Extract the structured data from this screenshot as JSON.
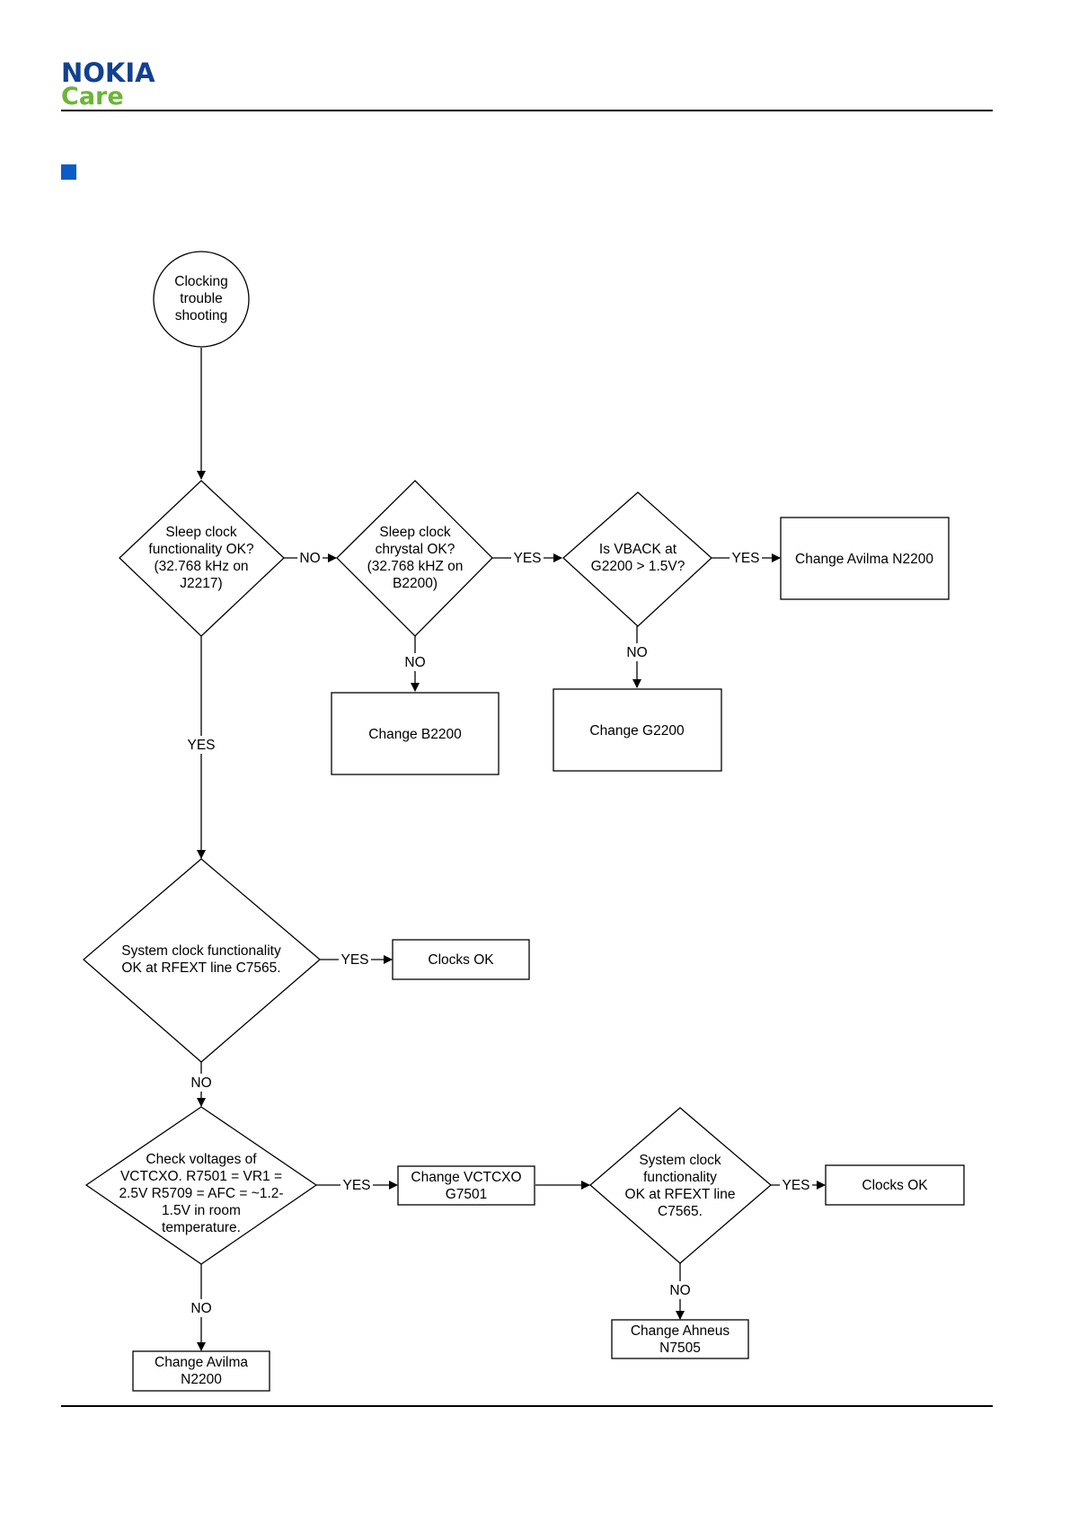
{
  "header": {
    "brand": "NOKIA",
    "sub_brand": "Care"
  },
  "colors": {
    "brand_blue": "#124191",
    "care_green": "#6bb536",
    "section_marker": "#0a5cc6"
  },
  "flowchart": {
    "start": [
      "Clocking",
      "trouble",
      "shooting"
    ],
    "sleep_clock_check": [
      "Sleep clock",
      "functionality OK?",
      "(32.768 kHz on",
      "J2217)"
    ],
    "sleep_crystal_check": [
      "Sleep clock",
      "chrystal OK?",
      "(32.768 kHZ on",
      "B2200)"
    ],
    "vback_check": [
      "Is VBACK at",
      "G2200  > 1.5V?"
    ],
    "change_avilma_top": "Change Avilma N2200",
    "change_b2200": "Change B2200",
    "change_g2200": "Change G2200",
    "system_clock_check": [
      "System clock functionality",
      "OK at RFEXT line C7565."
    ],
    "clocks_ok_1": "Clocks OK",
    "vctcxo_check": [
      "Check voltages of",
      "VCTCXO. R7501 = VR1 =",
      "2.5V R5709 = AFC = ~1.2-",
      "1.5V in room",
      "temperature."
    ],
    "change_vctcxo": [
      "Change VCTCXO",
      "G7501"
    ],
    "system_clock_recheck": [
      "System clock",
      "functionality",
      "OK at RFEXT line",
      "C7565."
    ],
    "clocks_ok_2": "Clocks OK",
    "change_avilma_bottom": [
      "Change Avilma",
      "N2200"
    ],
    "change_ahneus": [
      "Change Ahneus",
      "N7505"
    ],
    "labels": {
      "yes": "YES",
      "no": "NO"
    }
  }
}
